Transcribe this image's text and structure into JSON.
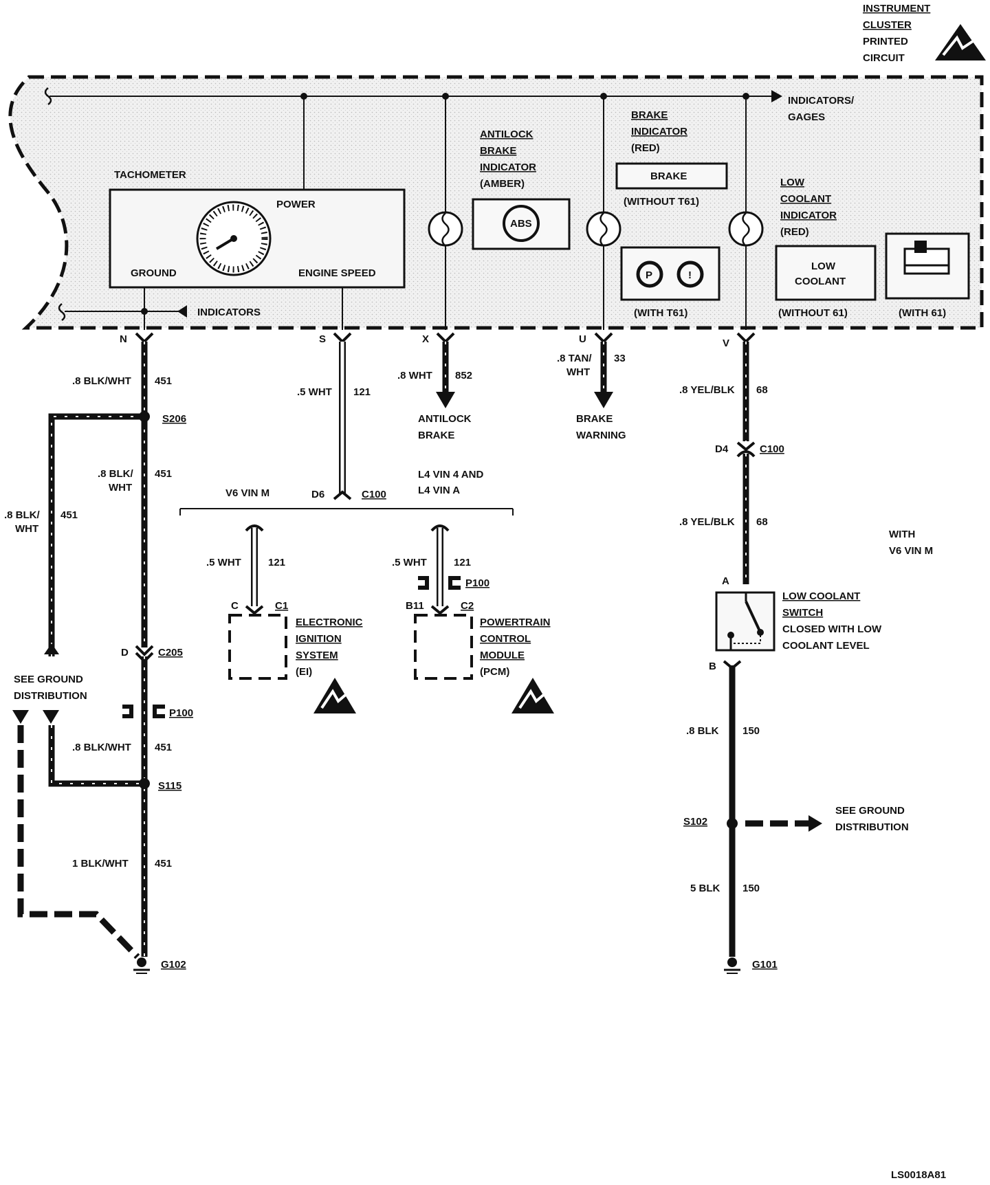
{
  "header": {
    "ic_line1": "INSTRUMENT",
    "ic_line2": "CLUSTER",
    "ic_line3": "PRINTED",
    "ic_line4": "CIRCUIT",
    "indicators_gages_1": "INDICATORS/",
    "indicators_gages_2": "GAGES"
  },
  "cluster": {
    "tachometer": "TACHOMETER",
    "power": "POWER",
    "ground": "GROUND",
    "engine_speed": "ENGINE SPEED",
    "indicators": "INDICATORS",
    "s_mark": "S",
    "abs_title_1": "ANTILOCK",
    "abs_title_2": "BRAKE",
    "abs_title_3": "INDICATOR",
    "abs_color": "(AMBER)",
    "abs_lamp": "ABS",
    "brake_title_1": "BRAKE",
    "brake_title_2": "INDICATOR",
    "brake_color": "(RED)",
    "brake_lamp": "BRAKE",
    "without_t61": "(WITHOUT T61)",
    "with_t61": "(WITH T61)",
    "p_symbol": "P",
    "bang_symbol": "!",
    "lc_title_1": "LOW",
    "lc_title_2": "COOLANT",
    "lc_title_3": "INDICATOR",
    "lc_color": "(RED)",
    "lc_lamp_1": "LOW",
    "lc_lamp_2": "COOLANT",
    "without_61": "(WITHOUT 61)",
    "with_61": "(WITH 61)"
  },
  "pins": {
    "n": "N",
    "s": "S",
    "x": "X",
    "u": "U",
    "v": "V"
  },
  "wires": {
    "blkwht_08": ".8 BLK/WHT",
    "c451": "451",
    "blk_08": ".8 BLK/",
    "wht": "WHT",
    "blkwht_1": "1 BLK/WHT",
    "wht_05": ".5 WHT",
    "c121": "121",
    "wht_08": ".8 WHT",
    "c852": "852",
    "tan_08": ".8 TAN/",
    "c33": "33",
    "yelblk_08": ".8 YEL/BLK",
    "c68": "68",
    "blk_8": ".8 BLK",
    "blk_5": "5 BLK",
    "c150": "150"
  },
  "dests": {
    "antilock_1": "ANTILOCK",
    "antilock_2": "BRAKE",
    "brake_w_1": "BRAKE",
    "brake_w_2": "WARNING"
  },
  "splices": {
    "s206": "S206",
    "s115": "S115",
    "s102": "S102",
    "g102": "G102",
    "g101": "G101",
    "c205": "C205",
    "c205_pin": "D",
    "p100": "P100",
    "c100": "C100",
    "d6": "D6",
    "d4": "D4",
    "c1": "C1",
    "c1_pin": "C",
    "c2": "C2",
    "c2_pin": "B11",
    "a_pin": "A",
    "b_pin": "B"
  },
  "options": {
    "v6": "V6 VIN M",
    "l4_1": "L4 VIN 4 AND",
    "l4_2": "L4 VIN A",
    "with_1": "WITH",
    "with_2": "V6 VIN M"
  },
  "components": {
    "ei_1": "ELECTRONIC",
    "ei_2": "IGNITION",
    "ei_3": "SYSTEM",
    "ei_4": "(EI)",
    "pcm_1": "POWERTRAIN",
    "pcm_2": "CONTROL",
    "pcm_3": "MODULE",
    "pcm_4": "(PCM)",
    "sw_1": "LOW COOLANT",
    "sw_2": "SWITCH",
    "sw_3": "CLOSED WITH LOW",
    "sw_4": "COOLANT LEVEL",
    "see_gd_1": "SEE GROUND",
    "see_gd_2": "DISTRIBUTION"
  },
  "footer": {
    "code": "LS0018A81"
  }
}
